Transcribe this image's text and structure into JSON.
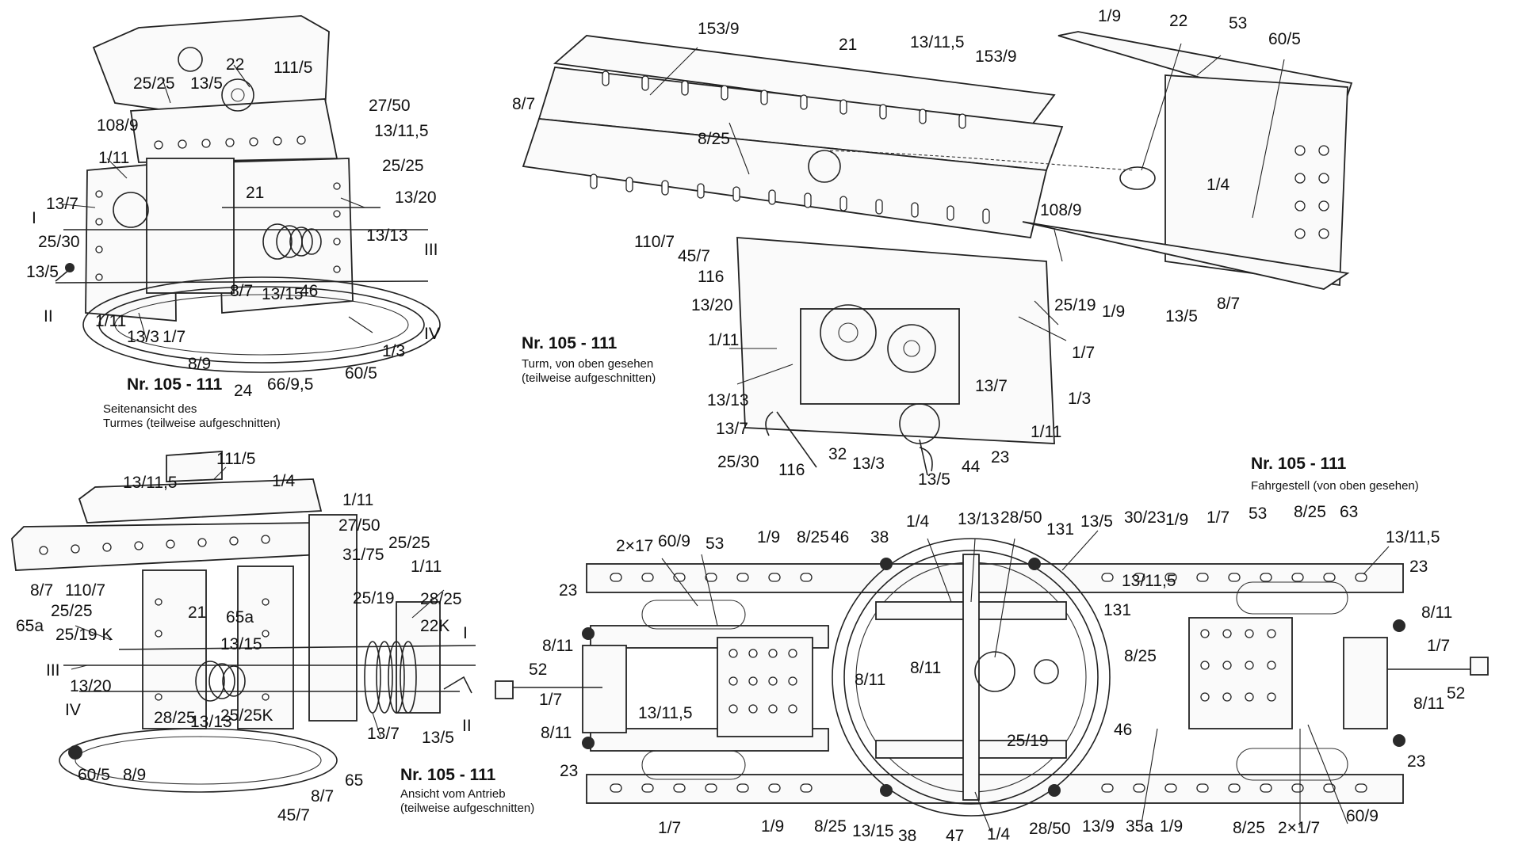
{
  "captions": {
    "side_view": {
      "title": "Nr. 105 - 111",
      "line1": "Seitenansicht des",
      "line2": "Turmes (teilweise aufgeschnitten)"
    },
    "top_view": {
      "title": "Nr. 105 - 111",
      "line1": "Turm, von oben gesehen",
      "line2": "(teilweise aufgeschnitten)"
    },
    "drive_view": {
      "title": "Nr. 105 - 111",
      "line1": "Ansicht vom Antrieb",
      "line2": "(teilweise aufgeschnitten)"
    },
    "chassis_view": {
      "title": "Nr. 105 - 111",
      "line1": "Fahrgestell (von oben gesehen)"
    }
  },
  "labels": {
    "side": [
      "22",
      "25/25",
      "13/5",
      "111/5",
      "27/50",
      "108/9",
      "13/11,5",
      "1/11",
      "25/25",
      "13/7",
      "I",
      "13/20",
      "25/30",
      "21",
      "13/13",
      "III",
      "13/5",
      "8/7",
      "13/15",
      "46",
      "II",
      "IV",
      "1/11",
      "13/3",
      "1/7",
      "8/9",
      "1/3",
      "60/5",
      "24",
      "66/9,5"
    ],
    "top": [
      "153/9",
      "21",
      "13/11,5",
      "153/9",
      "1/9",
      "22",
      "53",
      "60/5",
      "8/7",
      "8/25",
      "108/9",
      "110/7",
      "1/4",
      "45/7",
      "116",
      "25/19",
      "13/20",
      "1/9",
      "13/5",
      "8/7",
      "1/11",
      "1/7",
      "13/7",
      "13/13",
      "1/3",
      "13/7",
      "1/11",
      "25/30",
      "116",
      "32",
      "13/3",
      "13/5",
      "44",
      "23"
    ],
    "drive": [
      "111/5",
      "1/4",
      "13/11,5",
      "1/11",
      "27/50",
      "31/75",
      "25/25",
      "8/7",
      "110/7",
      "1/11",
      "28/25",
      "25/25",
      "21",
      "65a",
      "25/19",
      "65a",
      "25/19 K",
      "22K",
      "I",
      "III",
      "13/15",
      "13/20",
      "IV",
      "28/25",
      "13/13",
      "25/25K",
      "II",
      "13/7",
      "13/5",
      "60/5",
      "8/9",
      "65",
      "8/7",
      "45/7"
    ],
    "chassis": [
      "1/4",
      "13/13",
      "28/50",
      "131",
      "13/5",
      "30/23",
      "1/9",
      "1/7",
      "53",
      "8/25",
      "63",
      "2×17",
      "60/9",
      "53",
      "1/9",
      "8/25",
      "46",
      "38",
      "13/11,5",
      "23",
      "23",
      "8/11",
      "8/11",
      "1/7",
      "52",
      "13/11,5",
      "131",
      "8/25",
      "8/11",
      "8/11",
      "52",
      "1/7",
      "13/11,5",
      "8/11",
      "8/11",
      "25/19",
      "46",
      "23",
      "23",
      "1/7",
      "1/9",
      "8/25",
      "13/15",
      "38",
      "47",
      "1/4",
      "28/50",
      "13/9",
      "35a",
      "1/9",
      "8/25",
      "2×1/7",
      "60/9"
    ]
  }
}
